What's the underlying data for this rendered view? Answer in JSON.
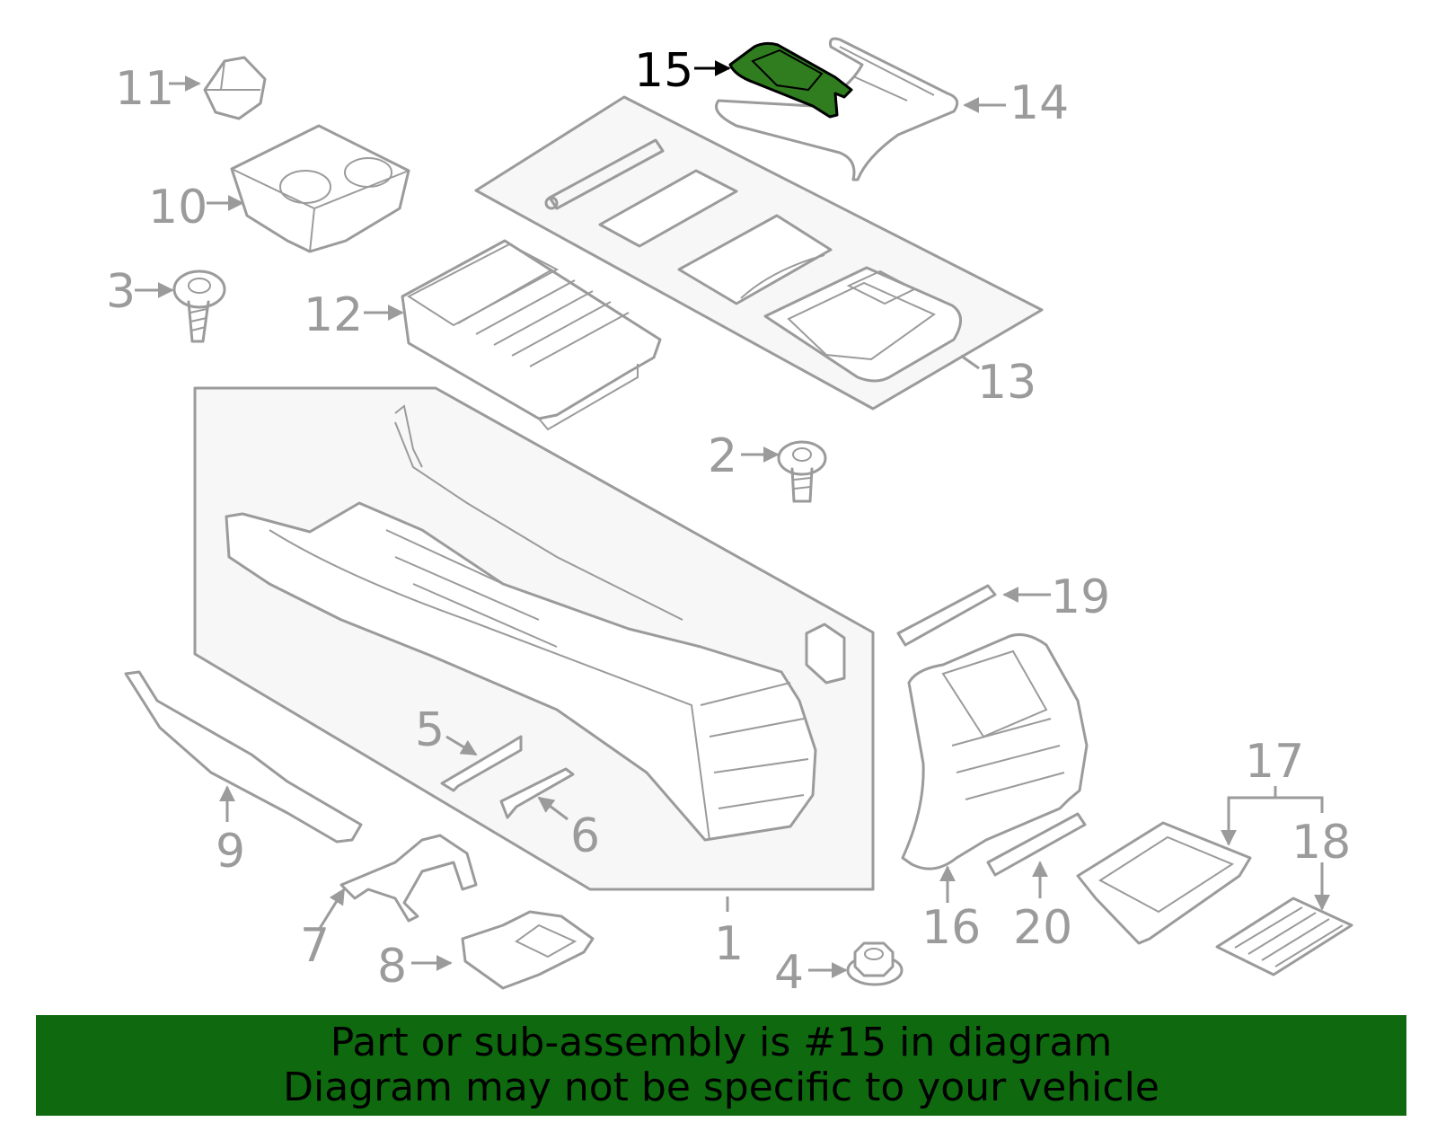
{
  "highlight_color": "#2f7d1f",
  "banner_color": "#0f6a0f",
  "highlighted_part": "15",
  "callouts": [
    {
      "id": "1",
      "label": "1"
    },
    {
      "id": "2",
      "label": "2"
    },
    {
      "id": "3",
      "label": "3"
    },
    {
      "id": "4",
      "label": "4"
    },
    {
      "id": "5",
      "label": "5"
    },
    {
      "id": "6",
      "label": "6"
    },
    {
      "id": "7",
      "label": "7"
    },
    {
      "id": "8",
      "label": "8"
    },
    {
      "id": "9",
      "label": "9"
    },
    {
      "id": "10",
      "label": "10"
    },
    {
      "id": "11",
      "label": "11"
    },
    {
      "id": "12",
      "label": "12"
    },
    {
      "id": "13",
      "label": "13"
    },
    {
      "id": "14",
      "label": "14"
    },
    {
      "id": "15",
      "label": "15"
    },
    {
      "id": "16",
      "label": "16"
    },
    {
      "id": "17",
      "label": "17"
    },
    {
      "id": "18",
      "label": "18"
    },
    {
      "id": "19",
      "label": "19"
    },
    {
      "id": "20",
      "label": "20"
    }
  ],
  "banner": {
    "line1": "Part or sub-assembly is #15 in diagram",
    "line2": "Diagram may not be specific to your vehicle"
  }
}
